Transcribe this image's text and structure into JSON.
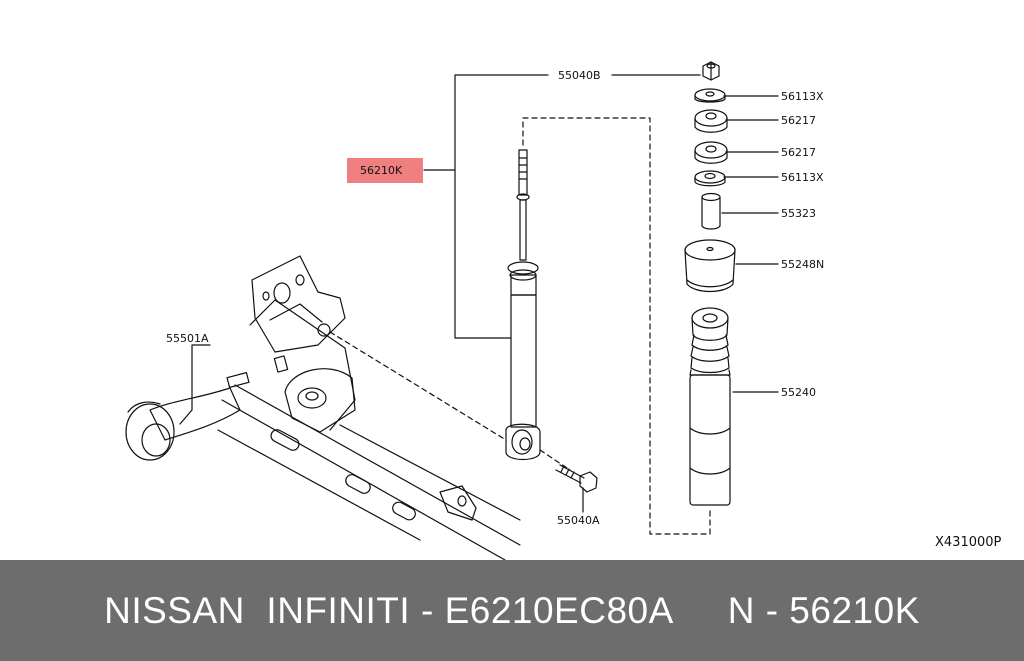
{
  "diagram": {
    "parts": {
      "p55040B": "55040B",
      "p56210K": "56210K",
      "p56113X_top": "56113X",
      "p56217_top": "56217",
      "p56217_bottom": "56217",
      "p56113X_bottom": "56113X",
      "p55323": "55323",
      "p55248N": "55248N",
      "p55240": "55240",
      "p55501A": "55501A",
      "p55040A": "55040A"
    },
    "highlighted_part": "56210K",
    "highlight_color": "#f08080",
    "drawing_code": "X431000P"
  },
  "footer": {
    "brand": "NISSAN  INFINITI - E6210EC80A",
    "part_ref": "N - 56210K"
  }
}
